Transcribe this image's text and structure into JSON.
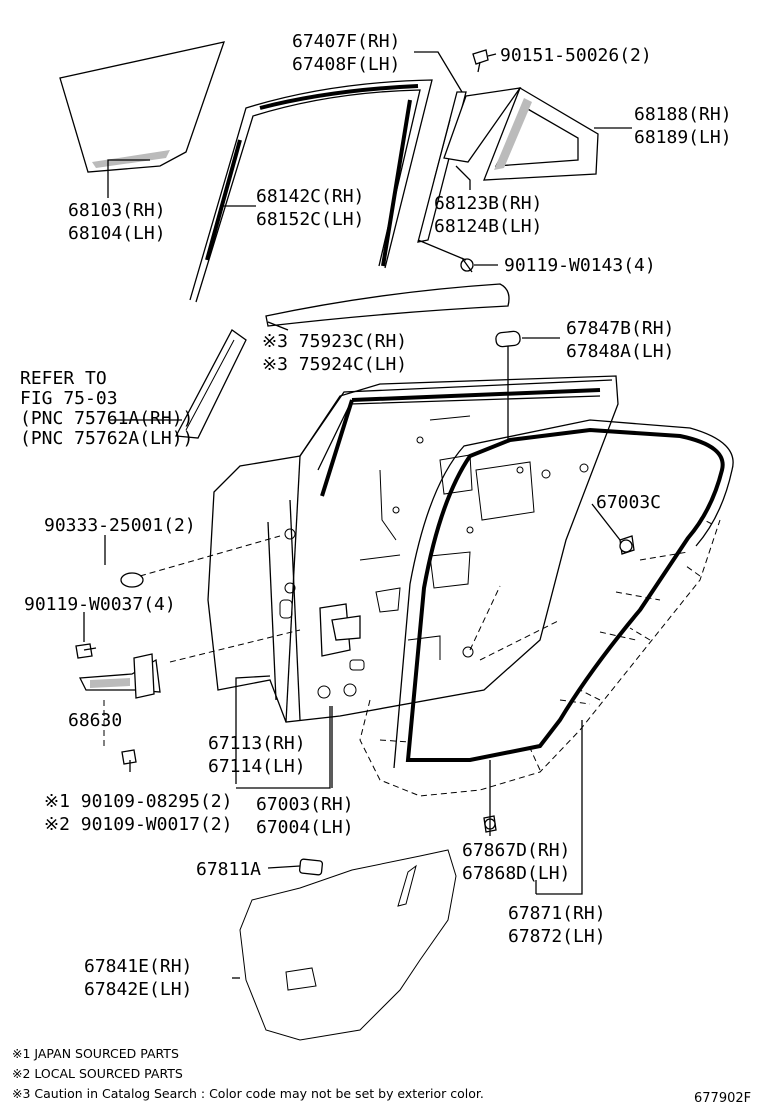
{
  "labels": {
    "p67407f": "67407F(RH)",
    "p67408f": "67408F(LH)",
    "p90151": "90151-50026(2)",
    "p68188": "68188(RH)",
    "p68189": "68189(LH)",
    "p68103": "68103(RH)",
    "p68104": "68104(LH)",
    "p68142c": "68142C(RH)",
    "p68152c": "68152C(LH)",
    "p68123b": "68123B(RH)",
    "p68124b": "68124B(LH)",
    "p90119a": "90119-W0143(4)",
    "p75923c": "※3 75923C(RH)",
    "p75924c": "※3 75924C(LH)",
    "p67847b": "67847B(RH)",
    "p67848a": "67848A(LH)",
    "refer1": "REFER TO",
    "refer2": "FIG 75-03",
    "refer3": "(PNC 75761A(RH))",
    "refer4": "(PNC 75762A(LH))",
    "p90333": "90333-25001(2)",
    "p67003c": "67003C",
    "p90119b": "90119-W0037(4)",
    "p68630": "68630",
    "p67113": "67113(RH)",
    "p67114": "67114(LH)",
    "p90109a": "※1 90109-08295(2)",
    "p90109b": "※2 90109-W0017(2)",
    "p67003": "67003(RH)",
    "p67004": "67004(LH)",
    "p67867d": "67867D(RH)",
    "p67868d": "67868D(LH)",
    "p67811a": "67811A",
    "p67871": "67871(RH)",
    "p67872": "67872(LH)",
    "p67841e": "67841E(RH)",
    "p67842e": "67842E(LH)"
  },
  "notes": {
    "n1": "※1 JAPAN SOURCED PARTS",
    "n2": "※2 LOCAL SOURCED PARTS",
    "n3": "※3 Caution in Catalog Search : Color code may not be set by exterior color."
  },
  "figure_number": "677902F"
}
